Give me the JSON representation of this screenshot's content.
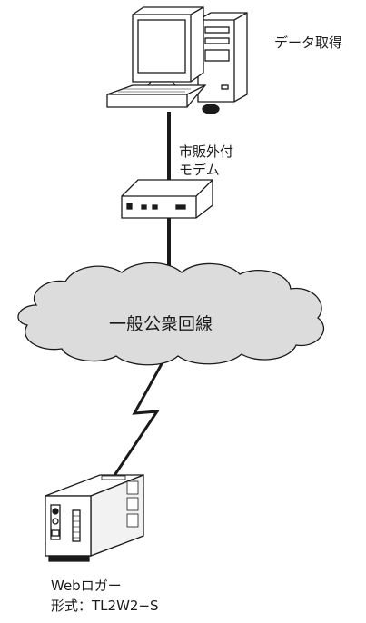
{
  "pc": {
    "label": "データ取得"
  },
  "modem": {
    "label_line1": "市販外付",
    "label_line2": "モデム"
  },
  "network": {
    "label": "一般公衆回線"
  },
  "logger": {
    "name": "Webロガー",
    "model": "形式：TL2W2−S"
  },
  "colors": {
    "line": "#1a1a1a",
    "cloud_fill": "#dcdcdc",
    "device_fill": "#ffffff"
  }
}
